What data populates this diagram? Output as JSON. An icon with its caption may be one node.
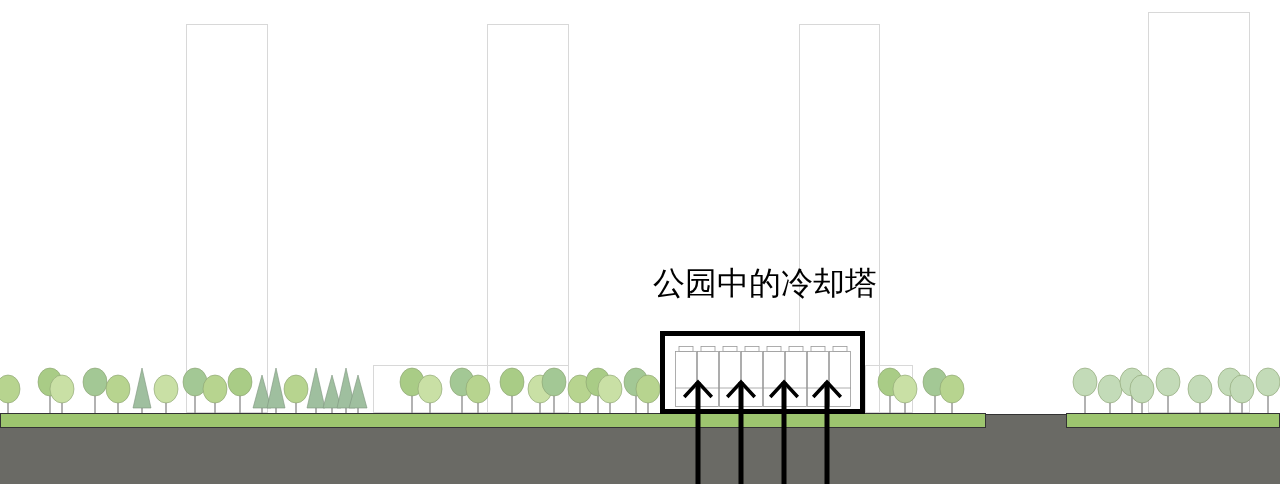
{
  "diagram": {
    "nodes": [
      {
        "text": [
          "公园中的冷却塔"
        ]
      },
      {
        "text": [],
        "shape": "box",
        "in": 0
      }
    ],
    "edges": [
      {
        "from": null,
        "to": 1,
        "arrow": "to"
      },
      {
        "from": null,
        "to": 1,
        "arrow": "to"
      },
      {
        "from": null,
        "to": 1,
        "arrow": "to"
      },
      {
        "from": null,
        "to": 1,
        "arrow": "to"
      }
    ]
  }
}
